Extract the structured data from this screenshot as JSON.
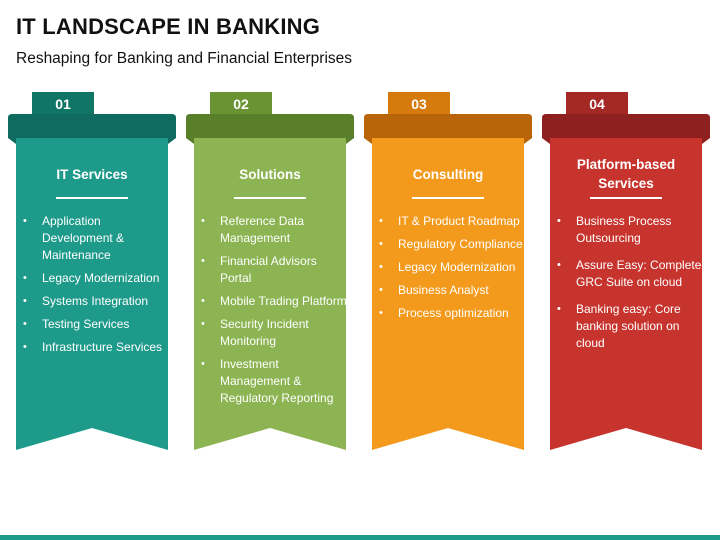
{
  "header": {
    "title": "IT LANDSCAPE IN BANKING",
    "subtitle": "Reshaping for Banking and Financial Enterprises"
  },
  "colors": {
    "c1": {
      "dark": "#0f6b5f",
      "main": "#1e9a8a",
      "tab": "#117566"
    },
    "c2": {
      "dark": "#5a7f2a",
      "main": "#8cb452",
      "tab": "#6a9434"
    },
    "c3": {
      "dark": "#b86408",
      "main": "#f39a1c",
      "tab": "#d57a0c"
    },
    "c4": {
      "dark": "#8f2020",
      "main": "#c7342e",
      "tab": "#a42824"
    }
  },
  "cards": [
    {
      "number": "01",
      "heading": "IT Services",
      "items": [
        "Application Development & Maintenance",
        "Legacy Modernization",
        "Systems Integration",
        "Testing Services",
        "Infrastructure Services"
      ]
    },
    {
      "number": "02",
      "heading": "Solutions",
      "items": [
        "Reference Data Management",
        "Financial Advisors Portal",
        "Mobile Trading Platform",
        "Security Incident Monitoring",
        "Investment Management & Regulatory Reporting"
      ]
    },
    {
      "number": "03",
      "heading": "Consulting",
      "items": [
        "IT & Product Roadmap",
        "Regulatory Compliance",
        "Legacy Modernization",
        "Business Analyst",
        "Process optimization"
      ]
    },
    {
      "number": "04",
      "heading": "Platform-based Services",
      "items": [
        "Business Process Outsourcing",
        "Assure Easy: Complete GRC Suite on cloud",
        "Banking easy: Core banking solution on cloud"
      ]
    }
  ]
}
